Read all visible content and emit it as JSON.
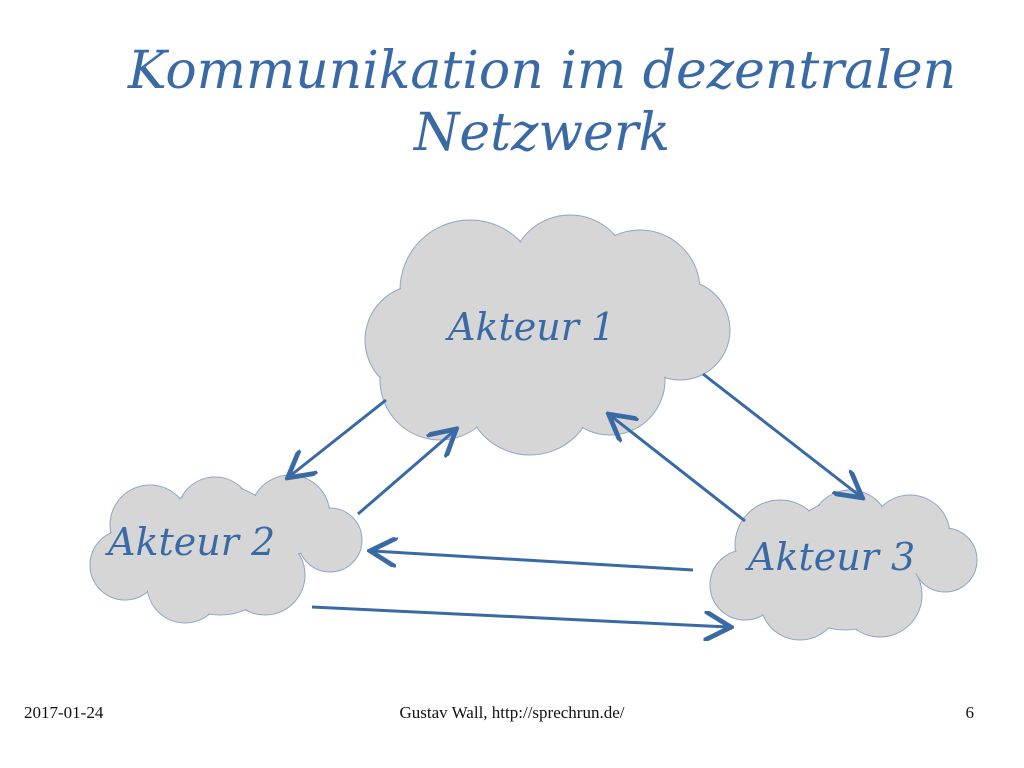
{
  "slide": {
    "title_line1": "Kommunikation im dezentralen",
    "title_line2": "Netzwerk"
  },
  "diagram": {
    "nodes": [
      {
        "id": "akteur-1",
        "label": "Akteur 1"
      },
      {
        "id": "akteur-2",
        "label": "Akteur  2"
      },
      {
        "id": "akteur-3",
        "label": "Akteur 3"
      }
    ],
    "edges": [
      {
        "from": "akteur-1",
        "to": "akteur-2"
      },
      {
        "from": "akteur-2",
        "to": "akteur-1"
      },
      {
        "from": "akteur-1",
        "to": "akteur-3"
      },
      {
        "from": "akteur-3",
        "to": "akteur-1"
      },
      {
        "from": "akteur-3",
        "to": "akteur-2"
      },
      {
        "from": "akteur-2",
        "to": "akteur-3"
      }
    ],
    "cloud_fill": "#d6d6d6",
    "cloud_stroke": "#8fa6c6",
    "arrow_color": "#3a6aa6"
  },
  "footer": {
    "date": "2017-01-24",
    "author": "Gustav Wall, http://sprechrun.de/",
    "page_number": "6"
  }
}
